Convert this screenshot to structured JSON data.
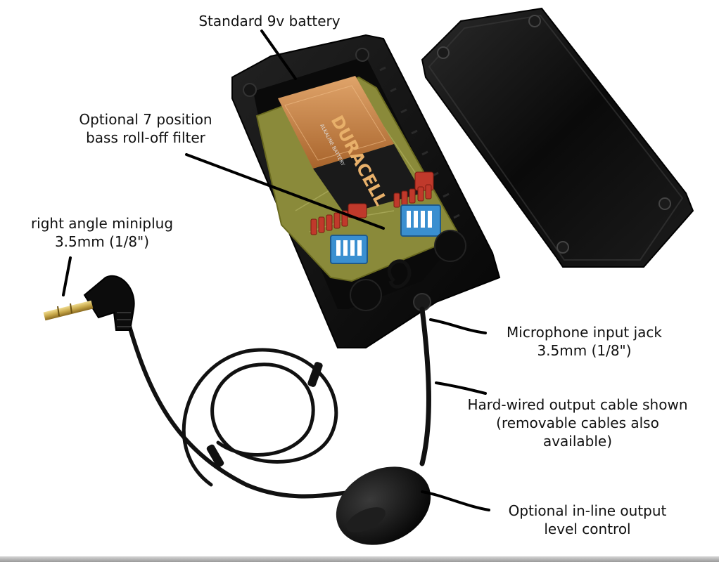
{
  "labels": {
    "battery": "Standard 9v battery",
    "filter_line1": "Optional 7 position",
    "filter_line2": "bass roll-off filter",
    "plug_line1": "right angle miniplug",
    "plug_line2": "3.5mm (1/8\")",
    "jack_line1": "Microphone input jack",
    "jack_line2": "3.5mm (1/8\")",
    "cable_line1": "Hard-wired output cable shown",
    "cable_line2": "(removable cables also",
    "cable_line3": "available)",
    "level_line1": "Optional in-line output",
    "level_line2": "level control"
  },
  "battery_print": {
    "brand": "DURACELL",
    "subtext": "ALKALINE BATTERY"
  },
  "colors": {
    "enclosure": "#0c0c0c",
    "pcb": "#8a8a3a",
    "battery_copper": "#c98a4b",
    "battery_black": "#1a1a1a",
    "dip_switch": "#3a8fd0",
    "capacitor": "#c0392b",
    "cable": "#111111",
    "plug_metal": "#c8a84a"
  }
}
